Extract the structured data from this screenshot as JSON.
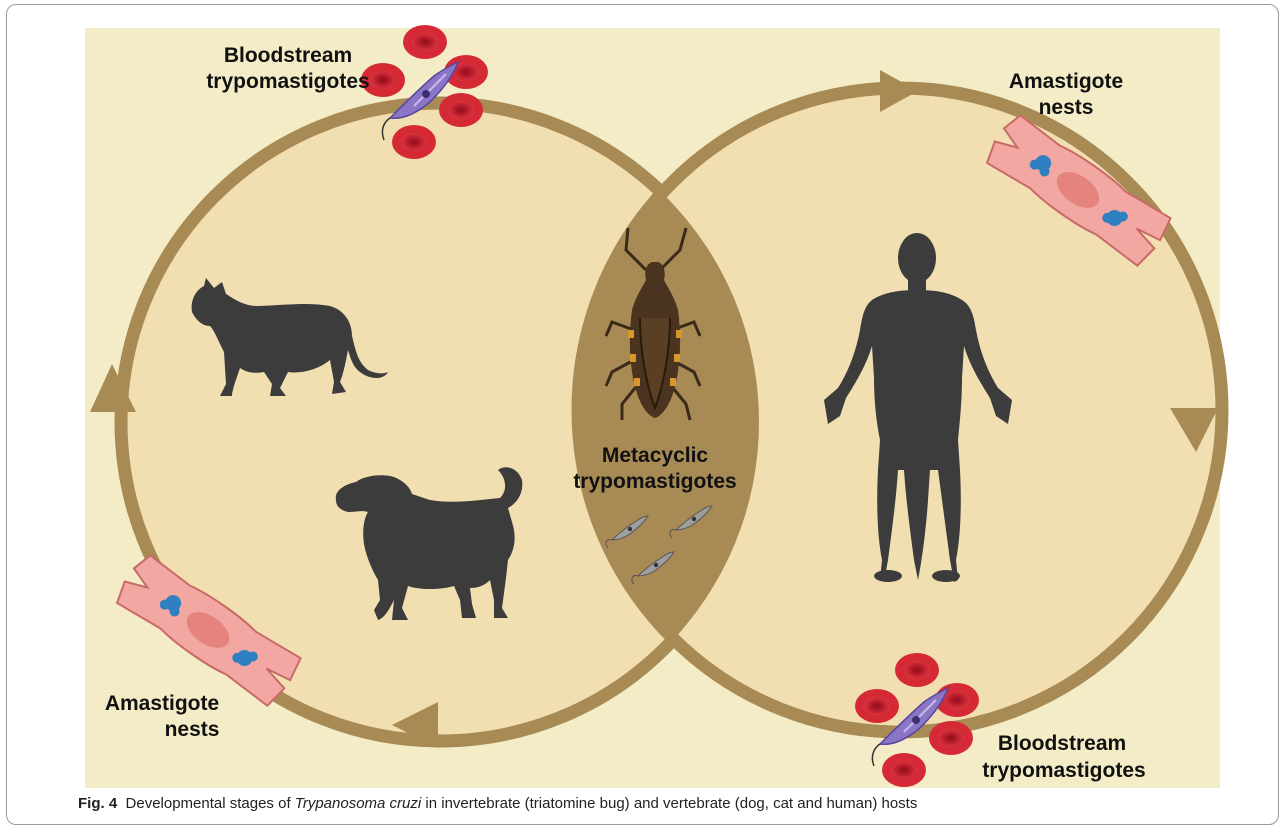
{
  "labels": {
    "bloodstream_top_line1": "Bloodstream",
    "bloodstream_top_line2": "trypomastigotes",
    "amastigote_top_line1": "Amastigote",
    "amastigote_top_line2": "nests",
    "metacyclic_line1": "Metacyclic",
    "metacyclic_line2": "trypomastigotes",
    "amastigote_bottom_line1": "Amastigote",
    "amastigote_bottom_line2": "nests",
    "bloodstream_bottom_line1": "Bloodstream",
    "bloodstream_bottom_line2": "trypomastigotes"
  },
  "caption": {
    "figure_label": "Fig. 4",
    "text_before_species": "Developmental stages of",
    "species": "Trypanosoma cruzi",
    "text_after_species": "in invertebrate (triatomine bug) and vertebrate (dog, cat and human) hosts"
  },
  "colors": {
    "background_panel": "#f4ecc6",
    "circle_fill": "#f2dfb1",
    "ring": "#a88a55",
    "overlap": "#a88a55",
    "silhouette": "#3c3c3c",
    "blood_cell": "#c8202e",
    "parasite": "#8a74c4",
    "muscle_cell": "#f2a7a2",
    "nest": "#2f7fc1"
  },
  "icons": [
    "cat-icon",
    "dog-icon",
    "human-icon",
    "triatomine-bug-icon",
    "red-blood-cell-icon",
    "trypomastigote-icon",
    "muscle-cell-icon",
    "amastigote-nest-icon"
  ]
}
